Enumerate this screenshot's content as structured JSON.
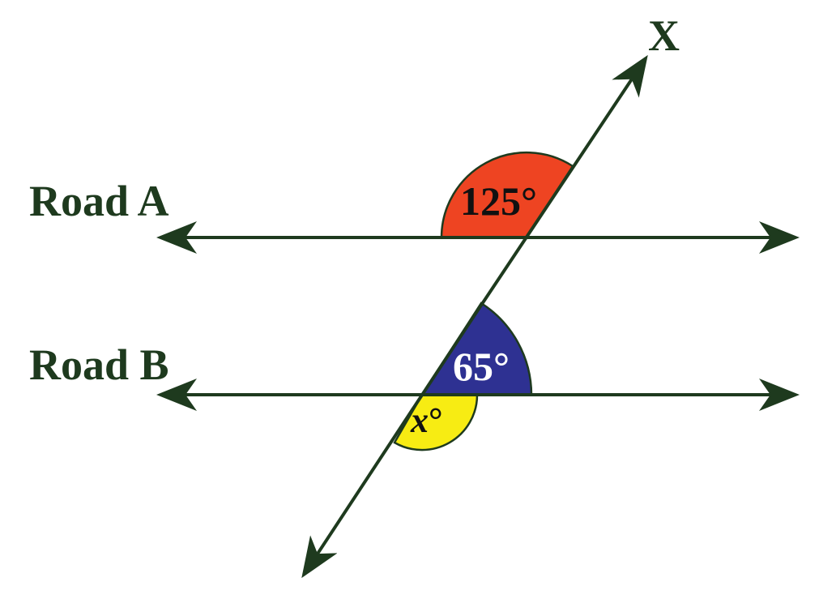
{
  "diagram": {
    "road_a_label": "Road A",
    "road_b_label": "Road B",
    "transversal_label": "X",
    "angle_top": {
      "value": 125,
      "label": "125°",
      "color": "#ee4422"
    },
    "angle_middle": {
      "value": 65,
      "label": "65°",
      "color": "#2e3192"
    },
    "angle_bottom": {
      "variable": "x",
      "degree_symbol": "°",
      "color": "#f7ec13"
    },
    "line_color": "#1e3a1e",
    "text_color": "#1e3a1e"
  }
}
